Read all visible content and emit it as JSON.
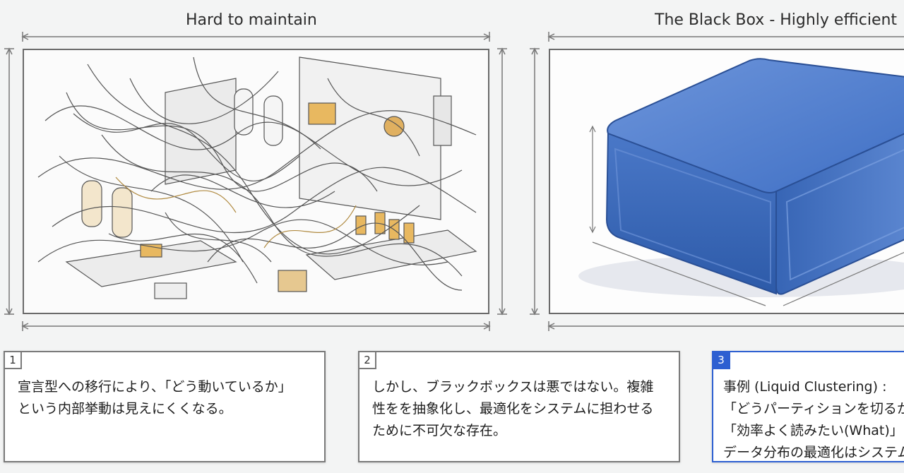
{
  "left_panel": {
    "title": "Hard to maintain"
  },
  "right_panel": {
    "title": "The Black Box - Highly efficient"
  },
  "cards": [
    {
      "number": "1",
      "text": "宣言型への移行により、「どう動いているか」\nという内部挙動は見えにくくなる。"
    },
    {
      "number": "2",
      "text": "しかし、ブラックボックスは悪ではない。複雑\n性をを抽象化し、最適化をシステムに担わせる\nために不可欠な存在。"
    },
    {
      "number": "3",
      "text": "事例 (Liquid Clustering) :\n「どうパーティションを切るか\n「効率よく読みたい(What)」\nデータ分布の最適化はシステム"
    }
  ],
  "colors": {
    "box_blue": "#3f6fc4",
    "accent": "#2d5fd1"
  }
}
